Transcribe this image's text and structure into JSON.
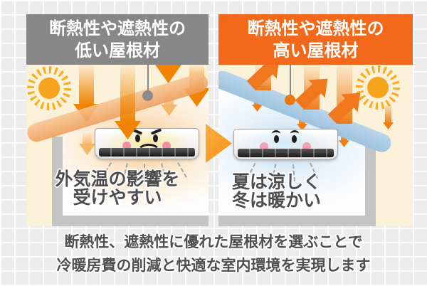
{
  "panels": {
    "left": {
      "header_line1": "断熱性や遮熱性の",
      "header_line2": "低い屋根材",
      "label_line1": "外気温の影響を",
      "label_line2": "受けやすい",
      "mood": "angry"
    },
    "right": {
      "header_line1": "断熱性や遮熱性の",
      "header_line2": "高い屋根材",
      "label_line1": "夏は涼しく",
      "label_line2": "冬は暖かい",
      "mood": "happy"
    }
  },
  "footer": {
    "line1": "断熱性、遮熱性に優れた屋根材を選ぶことで",
    "line2": "冷暖房費の削減と快適な室内環境を実現します"
  },
  "colors": {
    "left_header_bg": "#878787",
    "right_header_bg": "#F2691C",
    "accent_orange": "#F08300",
    "roof_blue": "#A6C9E2",
    "panel_cream": "#FBF1D8",
    "grid_bg": "#ECECEC"
  }
}
